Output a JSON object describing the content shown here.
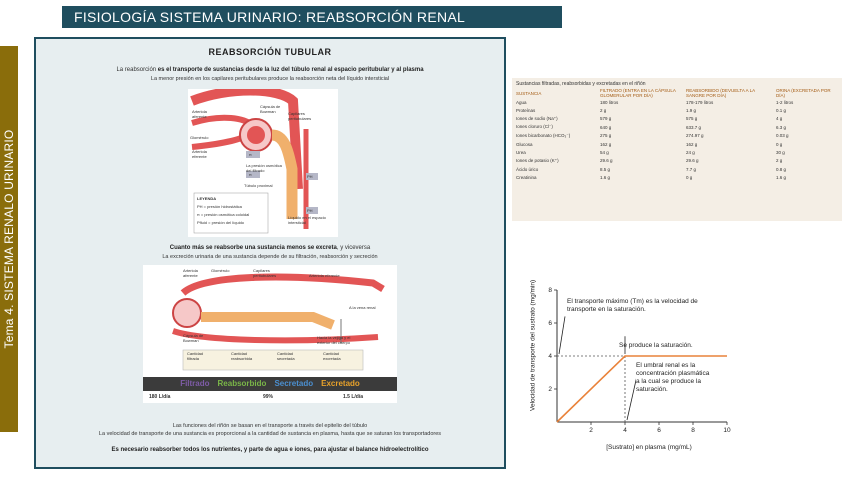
{
  "header": {
    "title": "FISIOLOGÍA SISTEMA URINARIO: REABSORCIÓN RENAL",
    "side_label": "Tema 4. SISTEMA RENALO URINARIO"
  },
  "panel": {
    "heading": "REABSORCIÓN TUBULAR",
    "intro_1_prefix": "La reabsorción ",
    "intro_1_bold": "es el transporte de sustancias desde la luz del túbulo renal al espacio peritubular y al plasma",
    "intro_2": "La menor presión en los capilares peritubulares produce la reabsorción neta del líquido intersticial",
    "mid_1_bold": "Cuanto más se reabsorbe una sustancia menos se excreta",
    "mid_1_suffix": ", y viceversa",
    "mid_2": "La excreción urinaria de una sustancia depende de su filtración, reabsorción y secreción",
    "bottom_1": "Las funciones del riñón se basan en el transporte a través del epitelio del túbulo",
    "bottom_2": "La velocidad de transporte de una sustancia es proporcional a la cantidad de sustancia en plasma, hasta que se saturan los transportadores",
    "bottom_3": "Es necesario reabsorber todos los nutrientes, y parte de agua e iones, para ajustar el balance hidroelectrolítico"
  },
  "figure1": {
    "labels": {
      "afferent": "Arteriola aferente",
      "glomerulus": "Glomérulo",
      "efferent": "Arteriola eferente",
      "bowman": "Cápsula de Bowman",
      "capillaries": "Capilares peritubulares",
      "filtrate": "La presión osmótica del filtrado",
      "tubule": "Túbulo proximal",
      "fluid": "Líquido en el espacio intersticial"
    },
    "legend_title": "LEYENDA",
    "legend_items": [
      "PH = presión hidrostática",
      "π = presión osmótica coloidal",
      "Pfluid = presión del líquido"
    ],
    "markers": [
      "PH",
      "π",
      "π",
      "PH"
    ]
  },
  "figure2": {
    "labels": {
      "afferent": "Arteriola aferente",
      "glomerulus": "Glomérulo",
      "capillaries": "Capilares peritubulares",
      "efferent": "Arteriola eferente",
      "renal_vein": "A la vena renal",
      "bowman": "Cápsula de Bowman",
      "excretion": "Hacia la vejiga y el exterior del cuerpo"
    },
    "equation": [
      {
        "text": "Cantidad filtrada",
        "sym": "F"
      },
      {
        "text": "Cantidad reabsorbida",
        "sym": "R"
      },
      {
        "text": "Cantidad secretada",
        "sym": "S"
      },
      {
        "text": "Cantidad excretada",
        "sym": "E"
      }
    ],
    "banner": [
      {
        "text": "Filtrado",
        "color": "#7e5ca7"
      },
      {
        "text": "Reabsorbido",
        "color": "#7ab648"
      },
      {
        "text": "Secretado",
        "color": "#4b8fd0"
      },
      {
        "text": "Excretado",
        "color": "#e7a12a"
      }
    ],
    "volumes": [
      "180 L/día",
      "99%",
      "1.5 L/día"
    ]
  },
  "table": {
    "caption": "Sustancias filtradas, reabsorbidas y excretadas en el riñón",
    "headers": [
      "SUSTANCIA",
      "FILTRADO (ENTRA EN LA CÁPSULA GLOMERULAR POR DÍA)",
      "REABSORBIDO (DEVUELTA A LA SANGRE POR DÍA)",
      "ORINA (EXCRETADA POR DÍA)"
    ],
    "rows": [
      [
        "Agua",
        "180 litros",
        "178-179 litros",
        "1-2 litros"
      ],
      [
        "Proteínas",
        "2 g",
        "1.9 g",
        "0.1 g"
      ],
      [
        "Iones de sodio (Na⁺)",
        "579 g",
        "575 g",
        "4 g"
      ],
      [
        "Iones cloruro (Cl⁻)",
        "640 g",
        "633.7 g",
        "6.3 g"
      ],
      [
        "Iones bicarbonato (HCO₃⁻)",
        "275 g",
        "274.97 g",
        "0.03 g"
      ],
      [
        "Glucosa",
        "162 g",
        "162 g",
        "0 g"
      ],
      [
        "Urea",
        "54 g",
        "24 g",
        "30 g"
      ],
      [
        "Iones de potasio (K⁺)",
        "29.6 g",
        "29.6 g",
        "2 g"
      ],
      [
        "Ácido úrico",
        "8.5 g",
        "7.7 g",
        "0.8 g"
      ],
      [
        "Creatinina",
        "1.6 g",
        "0 g",
        "1.6 g"
      ]
    ]
  },
  "graph": {
    "ylabel": "Velocidad de transporte del sustrato (mg/min)",
    "xlabel": "[Sustrato] en plasma (mg/mL)",
    "annotation_tm": "El transporte máximo (Tm) es la velocidad de transporte en la saturación.",
    "annotation_sat": "Se produce la saturación.",
    "annotation_threshold": "El umbral renal es la concentración plasmática a la cual se produce la saturación.",
    "x_ticks": [
      "2",
      "4",
      "6",
      "8",
      "10"
    ],
    "y_ticks": [
      "2",
      "4",
      "6",
      "8"
    ]
  },
  "chart_data": {
    "type": "line",
    "x": [
      0,
      4,
      10
    ],
    "series": [
      {
        "values": [
          0,
          4,
          4
        ]
      }
    ],
    "xlabel": "[Sustrato] en plasma (mg/mL)",
    "ylabel": "Velocidad de transporte del sustrato (mg/min)",
    "xlim": [
      0,
      10
    ],
    "ylim": [
      0,
      8
    ],
    "x_ticks": [
      2,
      4,
      6,
      8,
      10
    ],
    "y_ticks": [
      2,
      4,
      6,
      8
    ],
    "grid": false,
    "legend": "none"
  },
  "colors": {
    "header_bg": "#1f4e5f",
    "side_bg": "#8a6d0b",
    "panel_bg": "#e7eef0",
    "curve": "#e9823a",
    "vessel": "#e25555"
  }
}
